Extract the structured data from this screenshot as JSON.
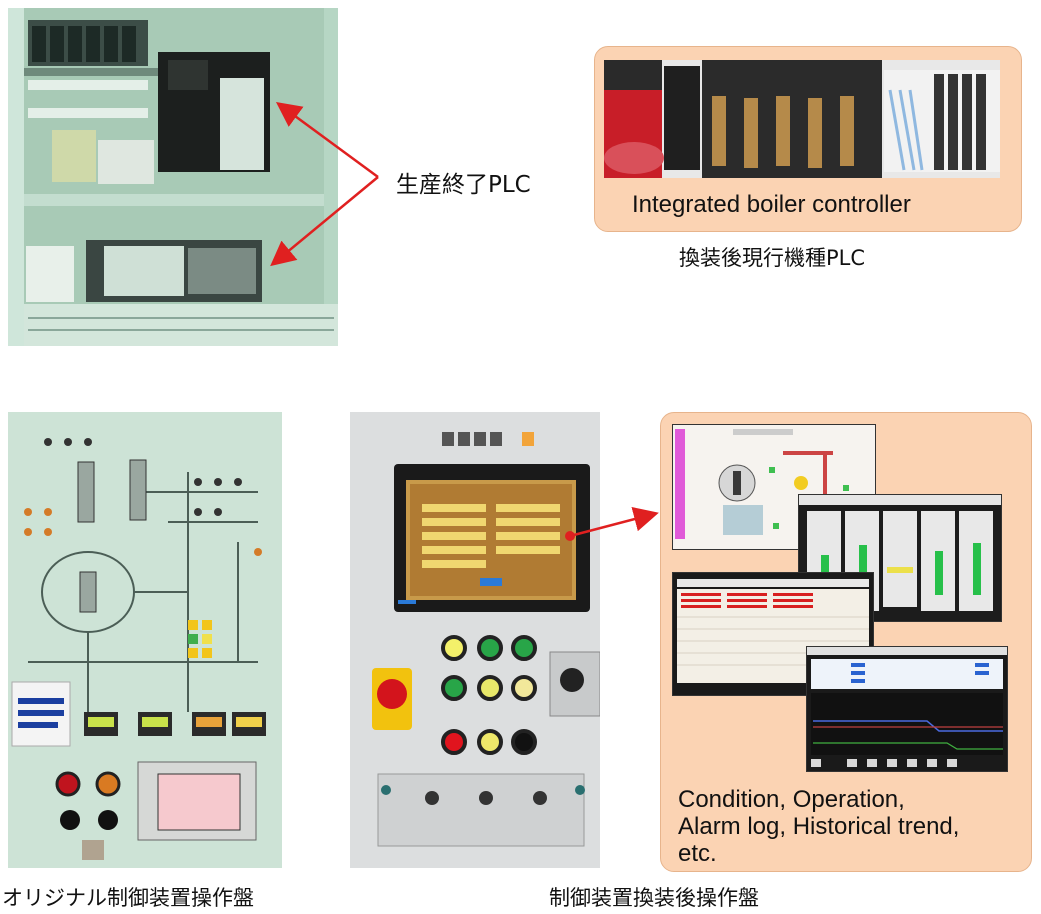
{
  "top_left": {
    "label": "生産終了PLC"
  },
  "top_right": {
    "inset_label": "Integrated boiler controller",
    "caption": "換装後現行機種PLC"
  },
  "bottom_left": {
    "caption": "オリジナル制御装置操作盤"
  },
  "bottom_right": {
    "caption": "制御装置換装後操作盤",
    "hmi_lines": [
      "Condition, Operation,",
      "Alarm log, Historical trend,",
      "etc."
    ]
  },
  "colors": {
    "callout_arrow": "#e02020",
    "panel_fill": "#fbd3b3",
    "hmi_bezel": "#1a1a1a"
  }
}
